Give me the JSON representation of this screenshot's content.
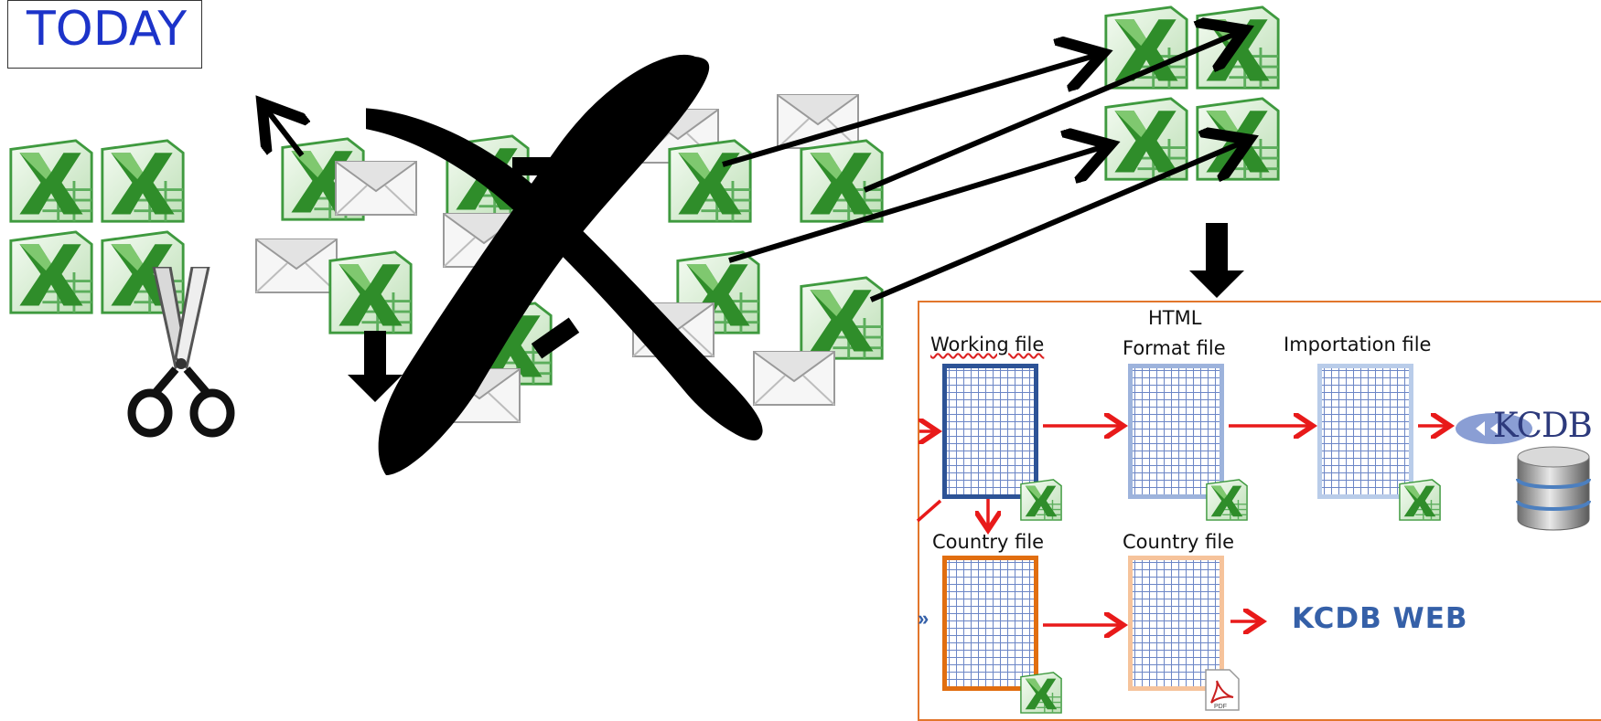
{
  "title": "TODAY",
  "flow": {
    "working_file": "Working file",
    "html_label": "HTML",
    "format_file": "Format file",
    "importation_file": "Importation file",
    "country_file_1": "Country file",
    "country_file_2": "Country file",
    "kcdb_web": "KCDB WEB",
    "kcdb_logo": "KCDB",
    "pdf_label": "PDF",
    "left_marker": "»"
  },
  "colors": {
    "title_blue": "#1c33c9",
    "flow_red": "#e81a1a",
    "panel_border": "#e2762c",
    "kcdb_blue": "#3560a8",
    "excel_green": "#2a8a2a"
  },
  "icons": [
    "excel-file-icon",
    "envelope-icon",
    "scissors-icon",
    "cross-out-mark",
    "pdf-file-icon",
    "database-icon",
    "kcdb-logo"
  ]
}
